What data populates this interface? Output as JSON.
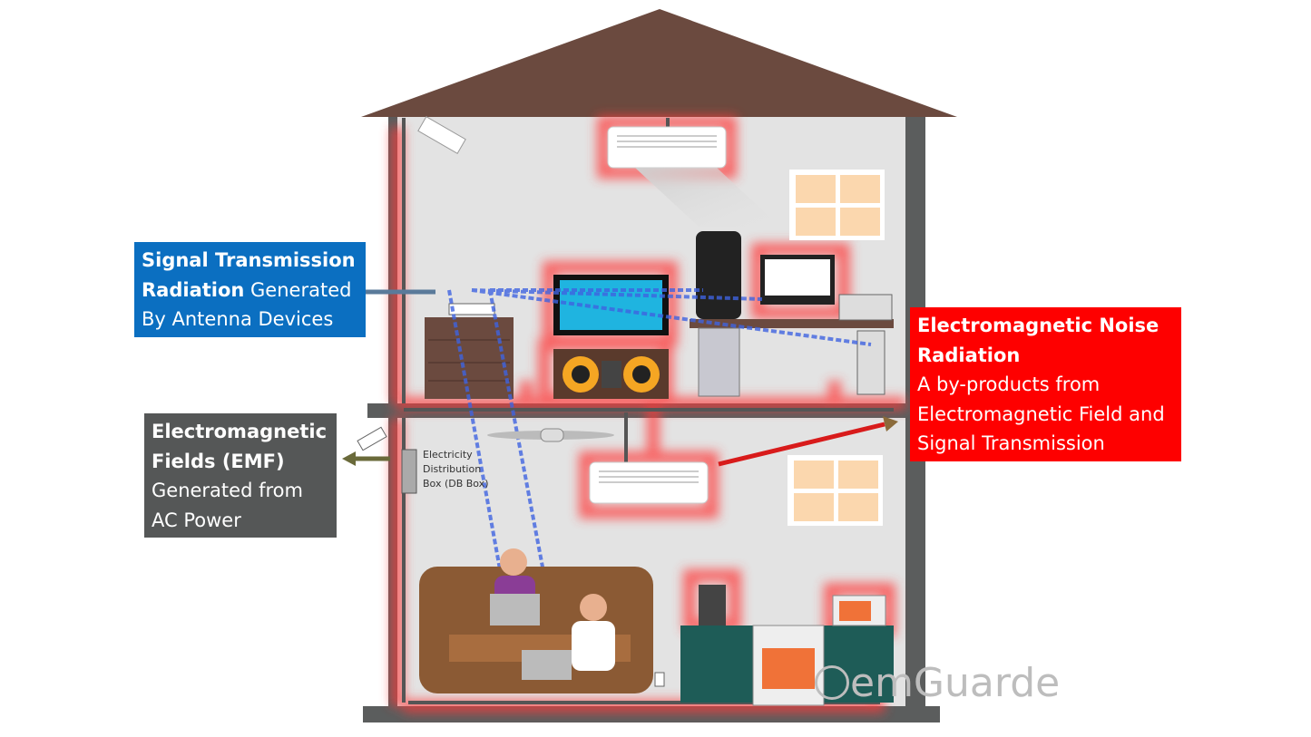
{
  "callouts": {
    "signal": {
      "bold": "Signal Transmission Radiation",
      "rest": " Generated By Antenna Devices",
      "color": "#0b6fc1"
    },
    "emf": {
      "bold": "Electromagnetic Fields (EMF)",
      "rest": "Generated from AC Power",
      "color": "#555757"
    },
    "noise": {
      "bold": "Electromagnetic Noise Radiation",
      "rest": "A by-products from Electromagnetic Field and Signal Transmission",
      "color": "#fe0000"
    }
  },
  "db_box_label": [
    "Electricity",
    "Distribution",
    "Box (DB Box)"
  ],
  "watermark": "emGuarde",
  "colors": {
    "roof": "#6b4a3f",
    "wall": "#5b5d5d",
    "interior": "#e3e3e3",
    "glow": "#ff3b3b",
    "signal": "#3f63e0"
  }
}
